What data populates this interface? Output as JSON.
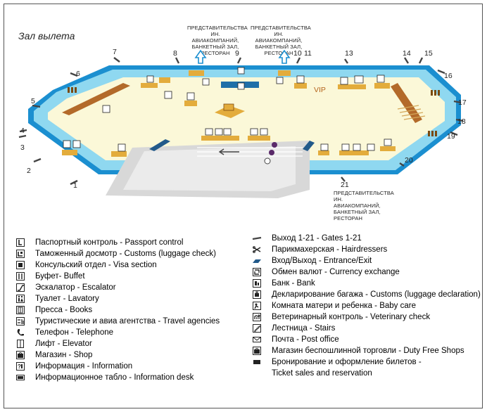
{
  "title": "Зал вылета",
  "vip_label": "VIP",
  "representative_labels": [
    "ПРЕДСТАВИТЕЛЬСТВА\nИН. АВИАКОМПАНИЙ,\nБАНКЕТНЫЙ ЗАЛ,\nРЕСТОРАН",
    "ПРЕДСТАВИТЕЛЬСТВА\nИН. АВИАКОМПАНИЙ,\nБАНКЕТНЫЙ ЗАЛ,\nРЕСТОРАН",
    "ПРЕДСТАВИТЕЛЬСТВА\nИН. АВИАКОМПАНИЙ,\nБАНКЕТНЫЙ ЗАЛ,\nРЕСТОРАН"
  ],
  "gates": [
    "1",
    "2",
    "3",
    "4",
    "5",
    "6",
    "7",
    "8",
    "9",
    "10",
    "11",
    "13",
    "14",
    "15",
    "16",
    "17",
    "18",
    "19",
    "20",
    "21"
  ],
  "legend_left": [
    {
      "icon": "passport-control-icon",
      "text": "Паспортный контроль - Passport control"
    },
    {
      "icon": "customs-icon",
      "text": "Таможенный досмотр - Customs (luggage check)"
    },
    {
      "icon": "visa-section-icon",
      "text": "Консульский отдел - Visa section"
    },
    {
      "icon": "buffet-icon",
      "text": "Буфет- Buffet"
    },
    {
      "icon": "escalator-icon",
      "text": "Эскалатор - Escalator"
    },
    {
      "icon": "lavatory-icon",
      "text": "Туалет - Lavatory"
    },
    {
      "icon": "books-icon",
      "text": "Пресса - Books"
    },
    {
      "icon": "travel-agencies-icon",
      "text": "Туристические и авиа агентства - Travel agencies"
    },
    {
      "icon": "telephone-icon",
      "text": "Телефон - Telephone"
    },
    {
      "icon": "elevator-icon",
      "text": "Лифт - Elevator"
    },
    {
      "icon": "shop-icon",
      "text": "Магазин - Shop"
    },
    {
      "icon": "information-icon",
      "text": "Информация - Information"
    },
    {
      "icon": "information-desk-icon",
      "text": "Информационное табло - Information desk"
    }
  ],
  "legend_right": [
    {
      "icon": "gate-icon",
      "text": "Выход 1-21 - Gates 1-21"
    },
    {
      "icon": "hairdressers-icon",
      "text": "Парикмахерская - Hairdressers"
    },
    {
      "icon": "entrance-exit-icon",
      "text": "Вход/Выход - Entrance/Exit"
    },
    {
      "icon": "currency-exchange-icon",
      "text": "Обмен валют - Currency exchange"
    },
    {
      "icon": "bank-icon",
      "text": "Банк - Bank"
    },
    {
      "icon": "luggage-declaration-icon",
      "text": "Декларирование багажа - Customs (luggage declaration)"
    },
    {
      "icon": "baby-care-icon",
      "text": "Комната матери и ребенка - Baby care"
    },
    {
      "icon": "veterinary-control-icon",
      "text": "Ветеринарный контроль - Veterinary check"
    },
    {
      "icon": "stairs-icon",
      "text": "Лестница - Stairs"
    },
    {
      "icon": "post-office-icon",
      "text": "Почта - Post office"
    },
    {
      "icon": "duty-free-icon",
      "text": "Магазин беспошлинной торговли - Duty Free Shops"
    },
    {
      "icon": "ticket-sales-icon",
      "text": "Бронирование и оформление билетов -"
    },
    {
      "icon": "",
      "text": "Ticket sales and reservation"
    }
  ],
  "colors": {
    "outer_band": "#1b8fd0",
    "inner_band": "#8fd8f0",
    "floor": "#fbf8d8",
    "counter": "#b36a2a",
    "kiosk": "#e3ac3c",
    "apron": "#d8d8d8",
    "vip": "#b5651d"
  }
}
